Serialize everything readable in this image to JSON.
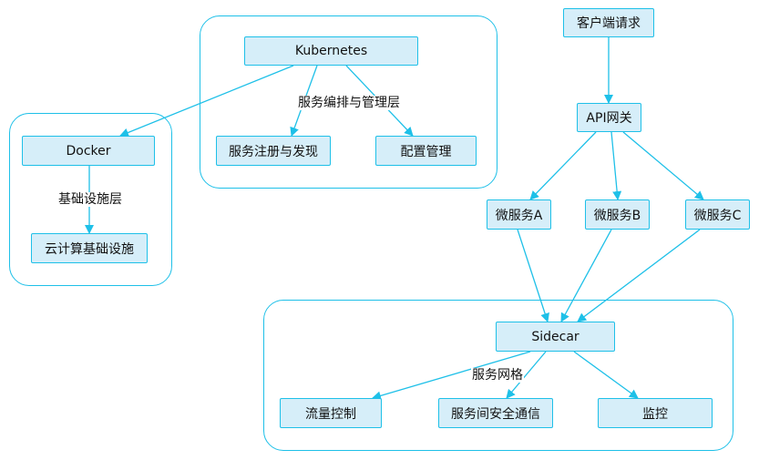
{
  "colors": {
    "stroke": "#1ec0e8",
    "node_fill": "#d6eef9",
    "text": "#111111"
  },
  "nodes": {
    "kubernetes": "Kubernetes",
    "service_discovery": "服务注册与发现",
    "config_management": "配置管理",
    "docker": "Docker",
    "cloud_infra": "云计算基础设施",
    "client_request": "客户端请求",
    "api_gateway": "API网关",
    "microservice_a": "微服务A",
    "microservice_b": "微服务B",
    "microservice_c": "微服务C",
    "sidecar": "Sidecar",
    "traffic_control": "流量控制",
    "secure_communication": "服务间安全通信",
    "monitoring": "监控"
  },
  "labels": {
    "orchestration_layer": "服务编排与管理层",
    "infrastructure_layer": "基础设施层",
    "service_mesh": "服务网格"
  }
}
